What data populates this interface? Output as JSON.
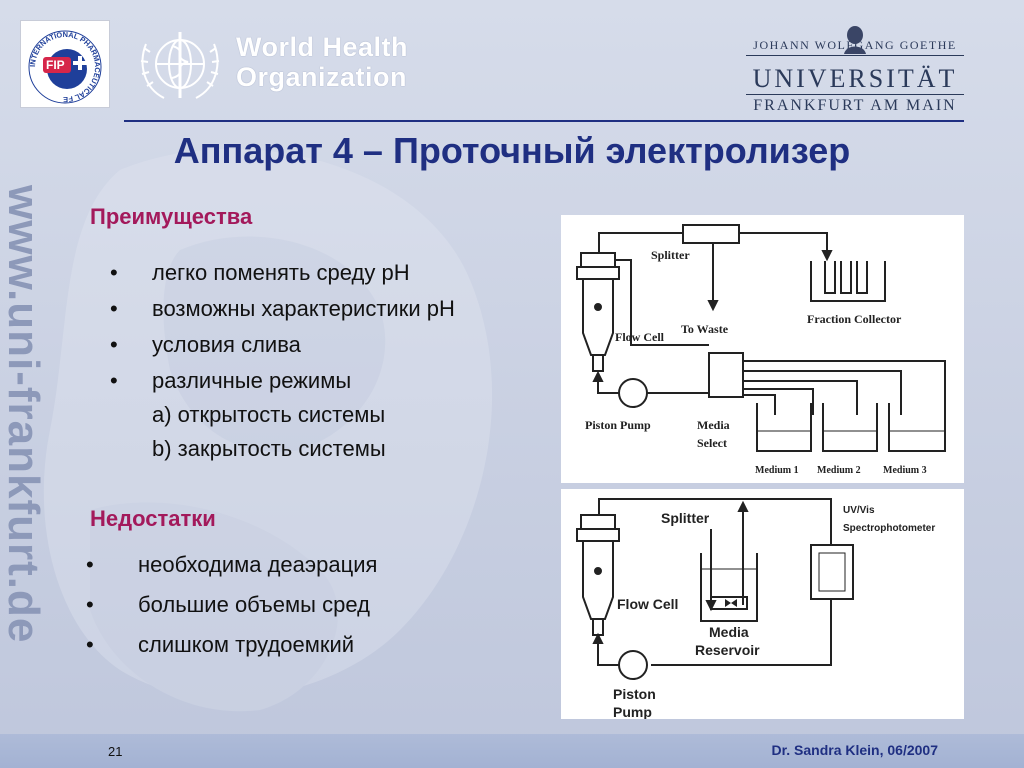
{
  "header": {
    "fip_text": "INTERNATIONAL PHARMACEUTICAL FEDERATION",
    "fip_abbr": "FIP",
    "who_line1": "World Health",
    "who_line2": "Organization",
    "univ_line1": "JOHANN WOLFGANG GOETHE",
    "univ_line2": "UNIVERSITÄT",
    "univ_line3": "FRANKFURT AM MAIN"
  },
  "watermark": "www.uni-frankfurt.de",
  "title": "Аппарат 4 – Проточный электролизер",
  "advantages": {
    "heading": "Преимущества",
    "items": [
      "легко поменять среду pH",
      "возможны характеристики pH",
      "условия слива",
      "различные режимы"
    ],
    "subitems": [
      "a) открытость системы",
      "b) закрытость системы"
    ]
  },
  "disadvantages": {
    "heading": "Недостатки",
    "items": [
      "необходима деаэрация",
      "большие объемы сред",
      "слишком трудоемкий"
    ]
  },
  "bullet": "•",
  "diagram1": {
    "splitter": "Splitter",
    "to_waste": "To Waste",
    "fraction_collector": "Fraction Collector",
    "flow_cell": "Flow Cell",
    "piston_pump": "Piston Pump",
    "media": "Media",
    "select": "Select",
    "medium1": "Medium 1",
    "medium2": "Medium 2",
    "medium3": "Medium 3"
  },
  "diagram2": {
    "splitter": "Splitter",
    "uvvis": "UV/Vis",
    "spectro": "Spectrophotometer",
    "flow_cell": "Flow Cell",
    "media": "Media",
    "reservoir": "Reservoir",
    "piston": "Piston",
    "pump": "Pump"
  },
  "footer": {
    "page": "21",
    "author": "Dr. Sandra Klein, 06/2007"
  },
  "colors": {
    "title": "#1f2f82",
    "section": "#a3195b",
    "rule": "#1f2f82"
  }
}
